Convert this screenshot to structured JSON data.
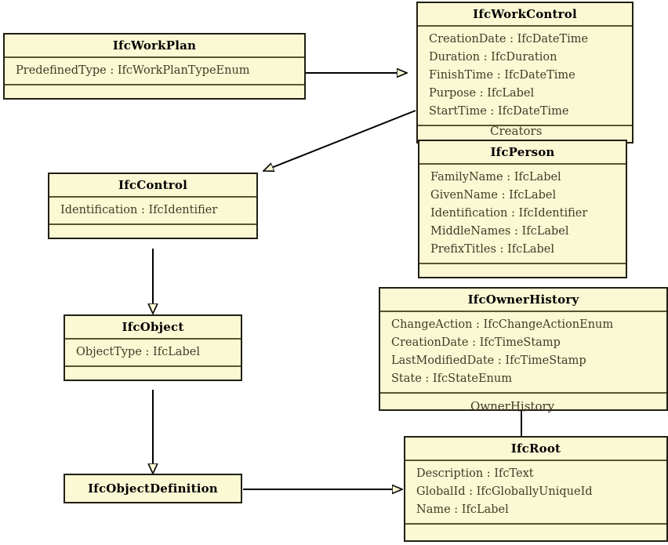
{
  "diagram": {
    "type": "uml-class-diagram",
    "title": "IFC Work Control class hierarchy",
    "colors": {
      "box_fill": "#fbf8d4",
      "box_border": "#211f12",
      "compartment_divider": "#595431",
      "text": "#3f3c26",
      "edge": "#000000",
      "background": "#ffffff"
    },
    "classes": [
      {
        "id": "ifcworkplan",
        "name": "IfcWorkPlan",
        "attributes": [
          "PredefinedType : IfcWorkPlanTypeEnum"
        ]
      },
      {
        "id": "ifcworkcontrol",
        "name": "IfcWorkControl",
        "attributes": [
          "CreationDate : IfcDateTime",
          "Duration : IfcDuration",
          "FinishTime : IfcDateTime",
          "Purpose : IfcLabel",
          "StartTime : IfcDateTime"
        ]
      },
      {
        "id": "ifcperson",
        "name": "IfcPerson",
        "attributes": [
          "FamilyName : IfcLabel",
          "GivenName : IfcLabel",
          "Identification : IfcIdentifier",
          "MiddleNames : IfcLabel",
          "PrefixTitles : IfcLabel"
        ]
      },
      {
        "id": "ifccontrol",
        "name": "IfcControl",
        "attributes": [
          "Identification : IfcIdentifier"
        ]
      },
      {
        "id": "ifcownerhistory",
        "name": "IfcOwnerHistory",
        "attributes": [
          "ChangeAction : IfcChangeActionEnum",
          "CreationDate : IfcTimeStamp",
          "LastModifiedDate : IfcTimeStamp",
          "State : IfcStateEnum"
        ]
      },
      {
        "id": "ifcobject",
        "name": "IfcObject",
        "attributes": [
          "ObjectType : IfcLabel"
        ]
      },
      {
        "id": "ifcroot",
        "name": "IfcRoot",
        "attributes": [
          "Description : IfcText",
          "GlobalId : IfcGloballyUniqueId",
          "Name : IfcLabel"
        ]
      },
      {
        "id": "ifcobjectdefinition",
        "name": "IfcObjectDefinition",
        "attributes": []
      }
    ],
    "edge_labels": [
      {
        "id": "creators",
        "text": "Creators"
      },
      {
        "id": "ownerhistory",
        "text": "OwnerHistory"
      }
    ],
    "relationships": [
      {
        "from": "IfcWorkPlan",
        "to": "IfcWorkControl",
        "kind": "generalization"
      },
      {
        "from": "IfcWorkControl",
        "to": "IfcControl",
        "kind": "generalization"
      },
      {
        "from": "IfcControl",
        "to": "IfcObject",
        "kind": "generalization"
      },
      {
        "from": "IfcObject",
        "to": "IfcObjectDefinition",
        "kind": "generalization"
      },
      {
        "from": "IfcObjectDefinition",
        "to": "IfcRoot",
        "kind": "generalization"
      },
      {
        "from": "IfcRoot",
        "to": "IfcOwnerHistory",
        "kind": "association",
        "label": "OwnerHistory"
      },
      {
        "from": "IfcWorkControl",
        "to": "IfcPerson",
        "kind": "association",
        "label": "Creators"
      }
    ]
  }
}
